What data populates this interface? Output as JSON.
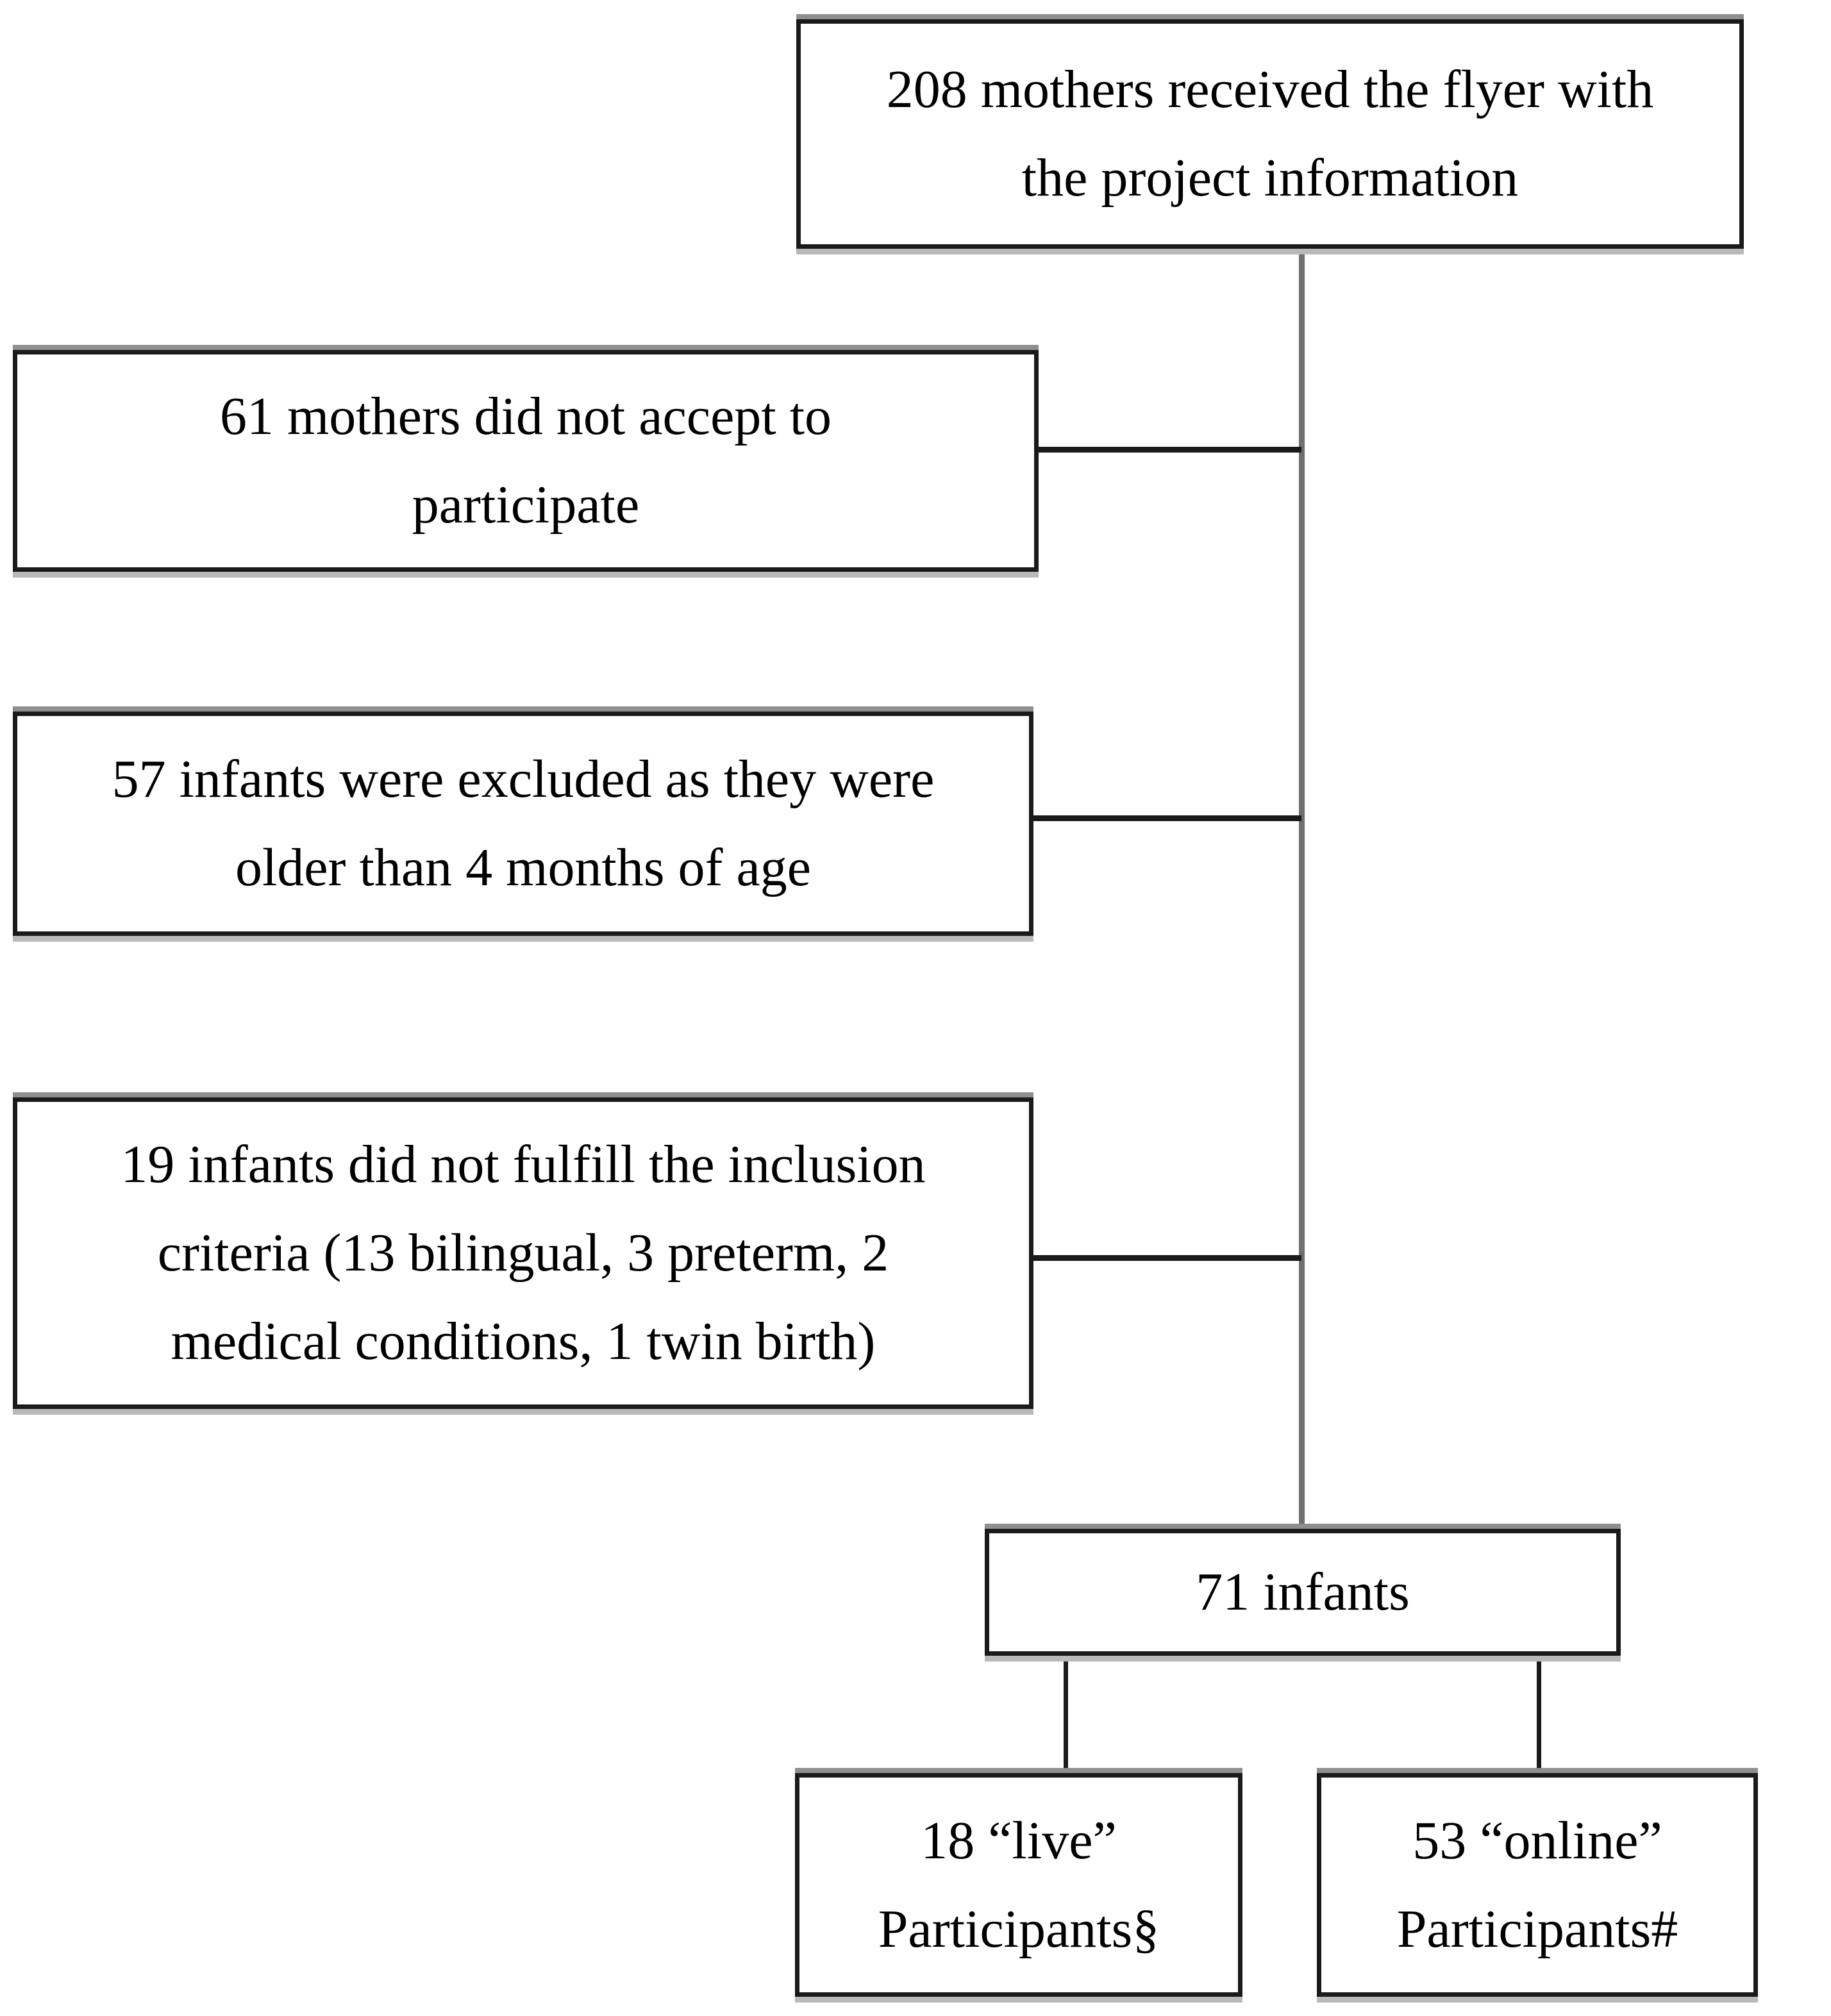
{
  "figure": {
    "background_color": "#ffffff",
    "text_color": "#000000",
    "box_border_color": "#1a1a1a",
    "connector_color": "#1a1a1a",
    "trunk_line_color": "#6f6f6f",
    "shadow_top_color": "#8f8f8f",
    "shadow_bottom_color": "#b9b9b9"
  },
  "boxes": {
    "flyer": {
      "lines": [
        "208 mothers received the flyer with",
        "the project information"
      ]
    },
    "not_accept": {
      "lines": [
        "61 mothers did not accept to",
        "participate"
      ]
    },
    "excluded_age": {
      "lines": [
        "57 infants were excluded as they were",
        "older than 4 months of age"
      ]
    },
    "inclusion_criteria": {
      "lines": [
        "19 infants did not fulfill the inclusion",
        "criteria (13 bilingual, 3 preterm, 2",
        "medical conditions, 1 twin birth)"
      ]
    },
    "infants_71": {
      "lines": [
        "71 infants"
      ]
    },
    "live_participants": {
      "lines": [
        "18 “live”",
        "Participants§"
      ]
    },
    "online_participants": {
      "lines": [
        "53 “online”",
        "Participants#"
      ]
    }
  }
}
